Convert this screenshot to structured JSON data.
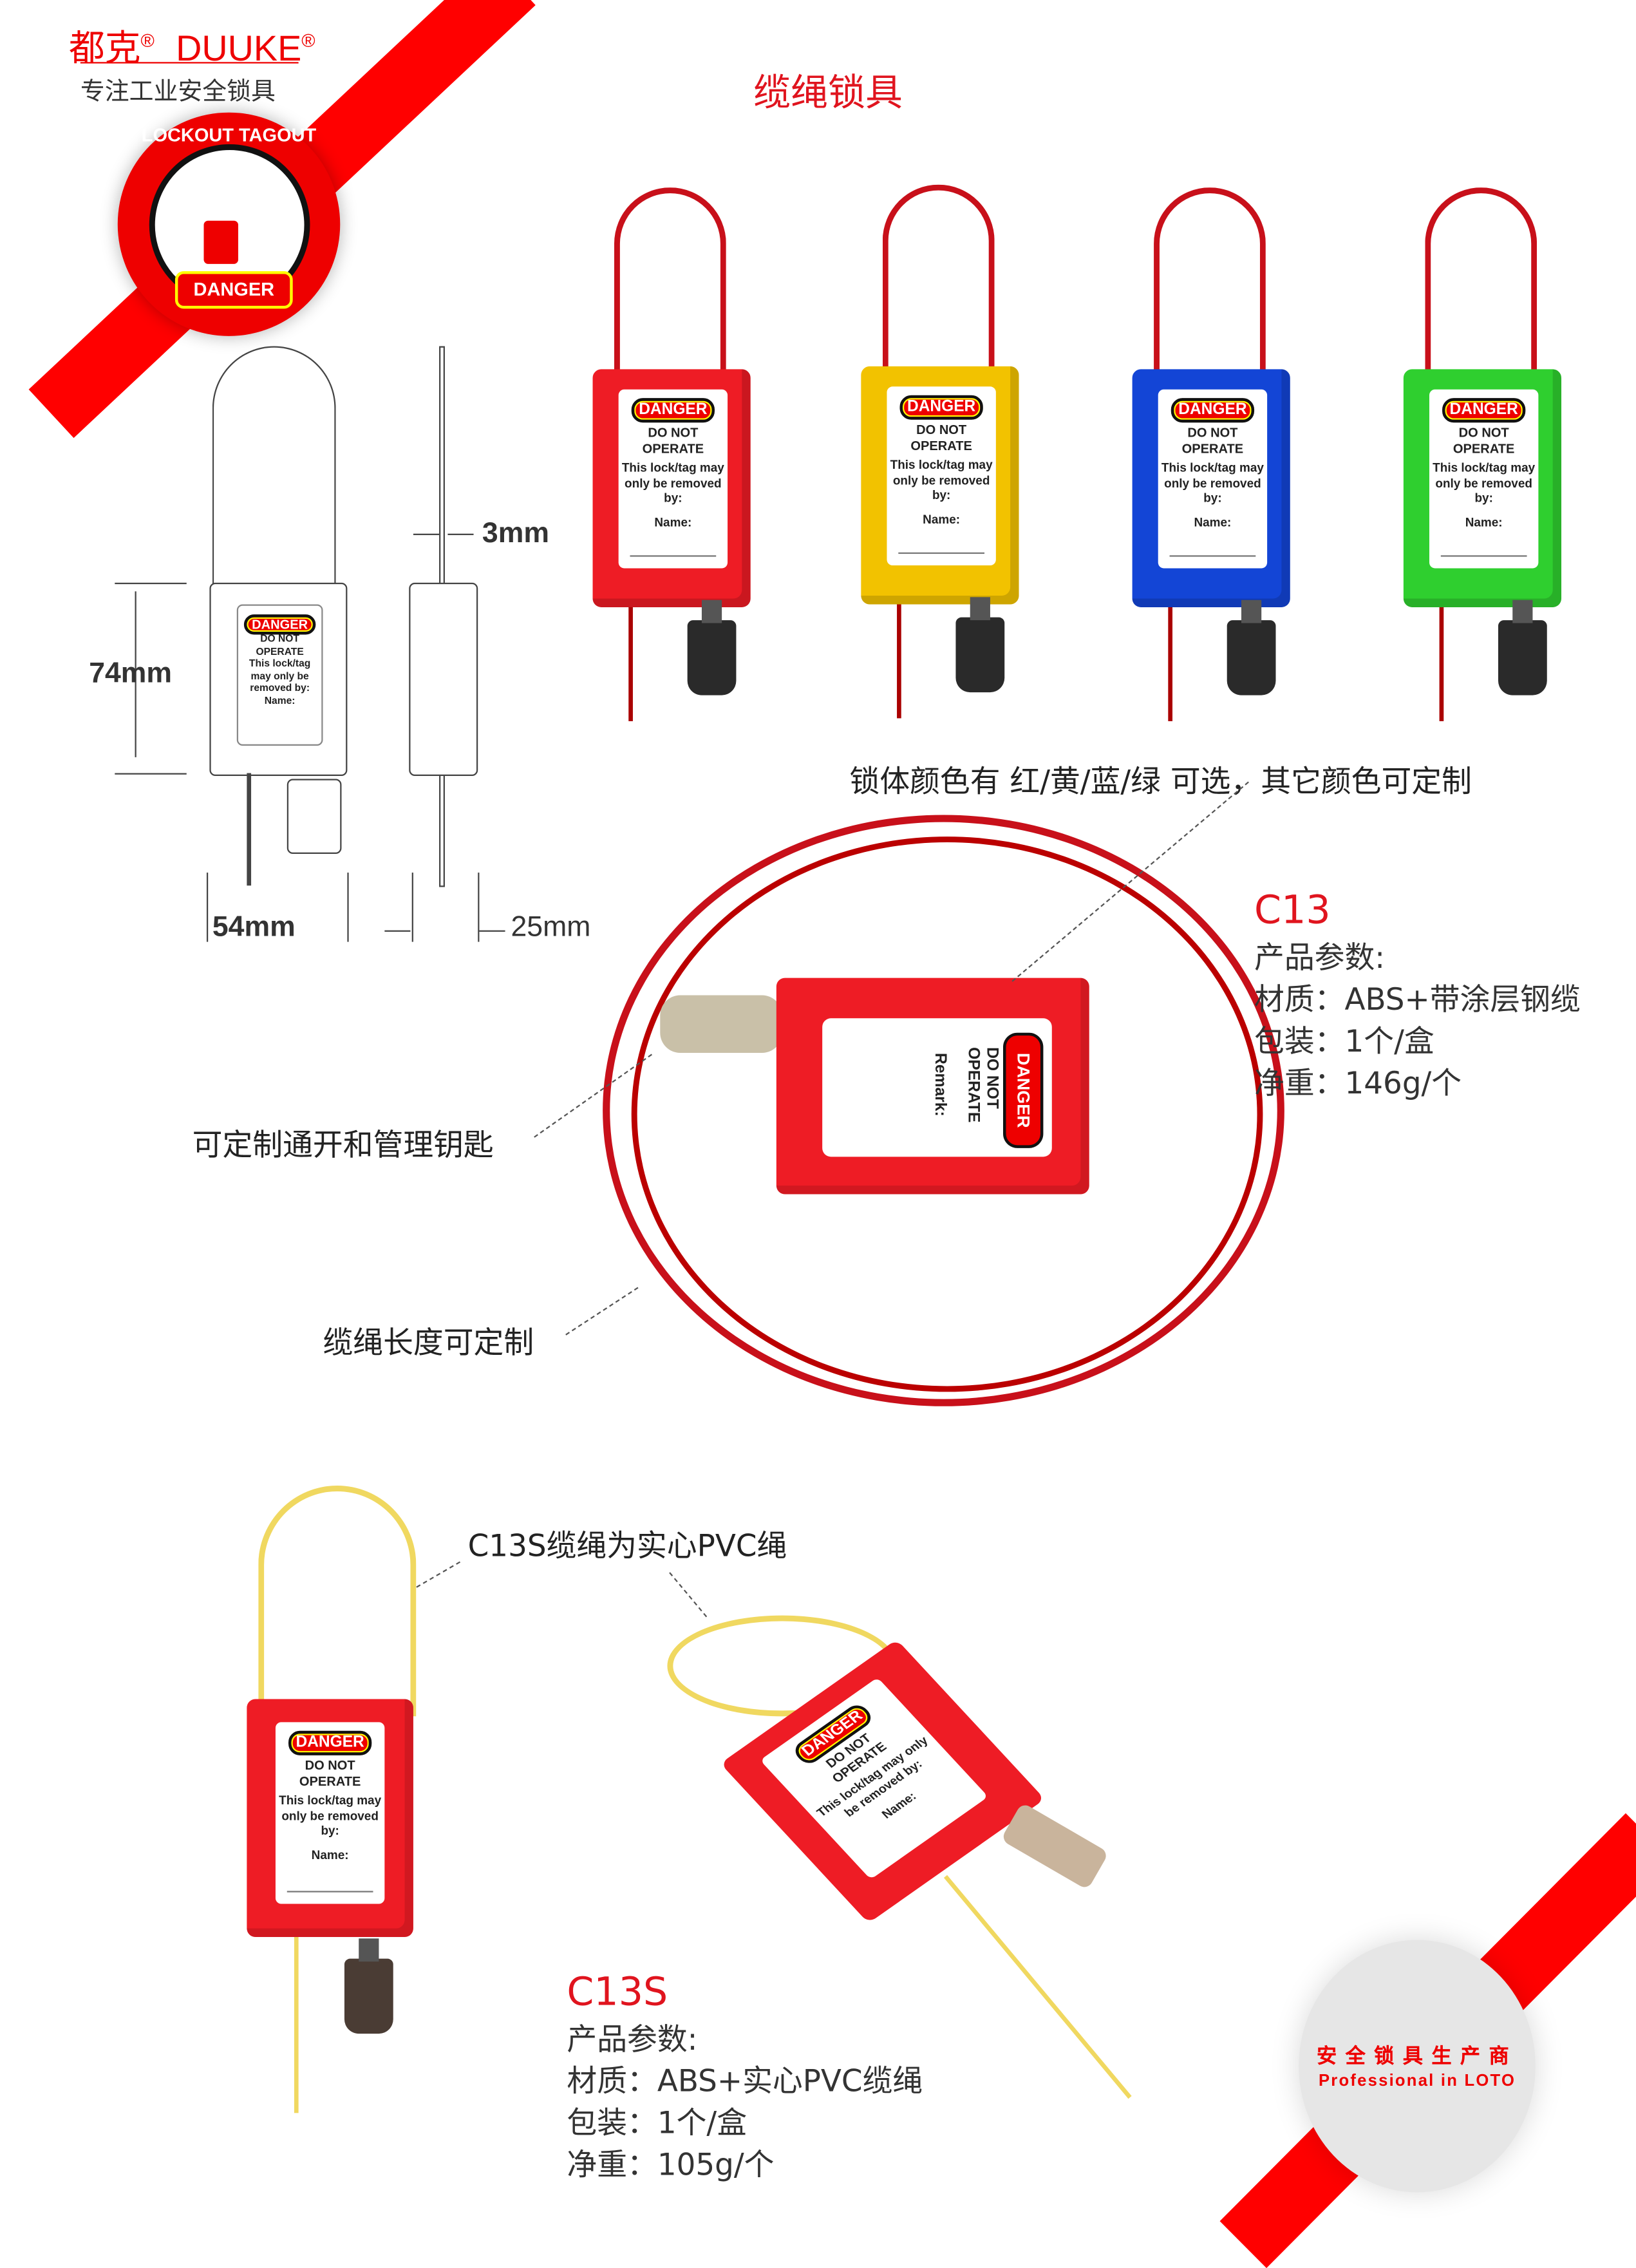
{
  "brand": {
    "cn": "都克",
    "en": "DUUKE",
    "reg": "®",
    "slogan": "专注工业安全锁具"
  },
  "badge": {
    "ring_text": "LOCKOUT TAGOUT",
    "label": "DANGER"
  },
  "title": "缆绳锁具",
  "tag": {
    "danger": "DANGER",
    "do_not": "DO NOT",
    "operate": "OPERATE",
    "removal": "This lock/tag may only be removed by:",
    "name": "Name:",
    "remark": "Remark:"
  },
  "locks": [
    {
      "color": "red",
      "hex": "#ee1c25"
    },
    {
      "color": "yellow",
      "hex": "#f2c200"
    },
    {
      "color": "blue",
      "hex": "#1345d6"
    },
    {
      "color": "green",
      "hex": "#2fcf2f"
    }
  ],
  "dimensions": {
    "height": "74mm",
    "width": "54mm",
    "depth": "25mm",
    "cable": "3mm"
  },
  "color_note": "锁体颜色有 红/黄/蓝/绿 可选，其它颜色可定制",
  "callouts": {
    "key": "可定制通开和管理钥匙",
    "cable_length": "缆绳长度可定制",
    "pvc": "C13S缆绳为实心PVC绳"
  },
  "products": [
    {
      "code": "C13",
      "params_label": "产品参数:",
      "material": "材质：ABS+带涂层钢缆",
      "package": "包装：1个/盒",
      "weight": "净重：146g/个"
    },
    {
      "code": "C13S",
      "params_label": "产品参数:",
      "material": "材质：ABS+实心PVC缆绳",
      "package": "包装：1个/盒",
      "weight": "净重：105g/个"
    }
  ],
  "seal": {
    "cn": "安全锁具生产商",
    "en": "Professional in LOTO"
  }
}
